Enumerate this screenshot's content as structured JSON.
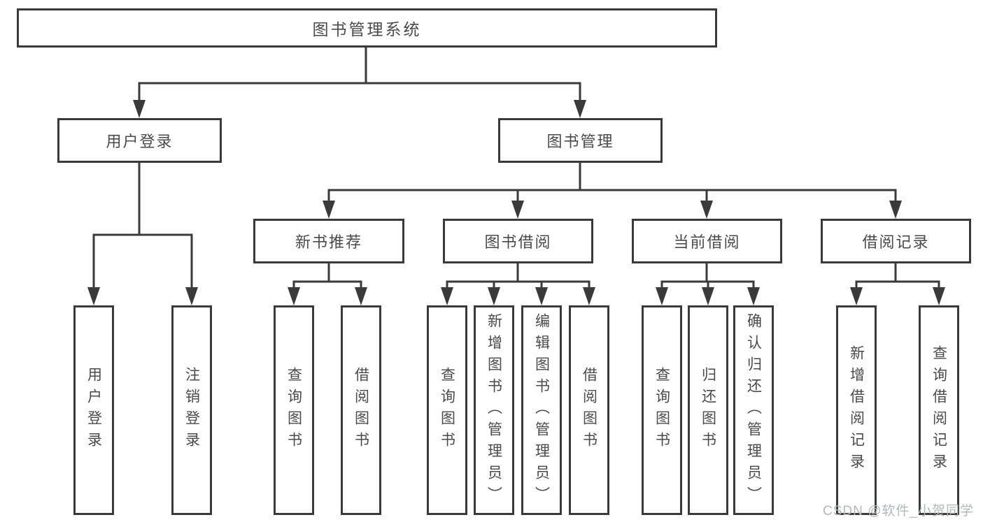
{
  "tree": {
    "label": "图书管理系统",
    "children": [
      {
        "label": "用户登录",
        "children": [
          {
            "label": "用户登录"
          },
          {
            "label": "注销登录"
          }
        ]
      },
      {
        "label": "图书管理",
        "children": [
          {
            "label": "新书推荐",
            "children": [
              {
                "label": "查询图书"
              },
              {
                "label": "借阅图书"
              }
            ]
          },
          {
            "label": "图书借阅",
            "children": [
              {
                "label": "查询图书"
              },
              {
                "label": "新增图书（管理员）"
              },
              {
                "label": "编辑图书（管理员）"
              },
              {
                "label": "借阅图书"
              }
            ]
          },
          {
            "label": "当前借阅",
            "children": [
              {
                "label": "查询图书"
              },
              {
                "label": "归还图书"
              },
              {
                "label": "确认归还（管理员）"
              }
            ]
          },
          {
            "label": "借阅记录",
            "children": [
              {
                "label": "新增借阅记录"
              },
              {
                "label": "查询借阅记录"
              }
            ]
          }
        ]
      }
    ]
  },
  "watermark": "CSDN @软件_小贺同学",
  "colors": {
    "line": "#3a3a3a",
    "text": "#4a4a4a",
    "watermark": "#b3b7bc",
    "background": "#ffffff"
  }
}
